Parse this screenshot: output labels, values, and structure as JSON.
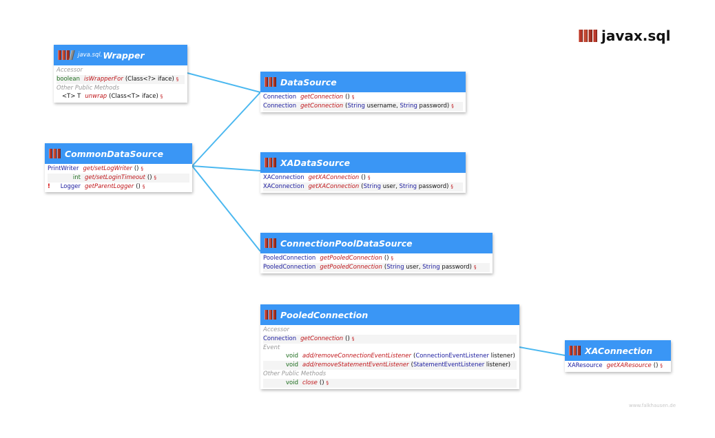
{
  "title": "javax.sql",
  "footer": "www.falkhausen.de",
  "wrapper": {
    "package": "java.sql.",
    "name": "Wrapper",
    "sec_accessor": "Accessor",
    "m1": {
      "type": "boolean",
      "name": "isWrapperFor",
      "params": "(Class<?> iface)"
    },
    "sec_other": "Other Public Methods",
    "m2": {
      "type": "<T> T",
      "name": "unwrap",
      "params": "(Class<T> iface)"
    }
  },
  "common": {
    "name": "CommonDataSource",
    "m1": {
      "type": "PrintWriter",
      "name": "get/setLogWriter",
      "params": "()"
    },
    "m2": {
      "type": "int",
      "name": "get/setLoginTimeout",
      "params": "()"
    },
    "m3": {
      "warn": "!",
      "type": "Logger",
      "name": "getParentLogger",
      "params": "()"
    }
  },
  "datasource": {
    "name": "DataSource",
    "m1": {
      "type": "Connection",
      "name": "getConnection",
      "params": "()"
    },
    "m2": {
      "type": "Connection",
      "name": "getConnection",
      "p_open": "(",
      "p_t1": "String",
      "p_n1": " username, ",
      "p_t2": "String",
      "p_n2": " password)"
    }
  },
  "xadatasource": {
    "name": "XADataSource",
    "m1": {
      "type": "XAConnection",
      "name": "getXAConnection",
      "params": "()"
    },
    "m2": {
      "type": "XAConnection",
      "name": "getXAConnection",
      "p_open": "(",
      "p_t1": "String",
      "p_n1": " user, ",
      "p_t2": "String",
      "p_n2": " password)"
    }
  },
  "cpds": {
    "name": "ConnectionPoolDataSource",
    "m1": {
      "type": "PooledConnection",
      "name": "getPooledConnection",
      "params": "()"
    },
    "m2": {
      "type": "PooledConnection",
      "name": "getPooledConnection",
      "p_open": "(",
      "p_t1": "String",
      "p_n1": " user, ",
      "p_t2": "String",
      "p_n2": " password)"
    }
  },
  "pooled": {
    "name": "PooledConnection",
    "sec_accessor": "Accessor",
    "m1": {
      "type": "Connection",
      "name": "getConnection",
      "params": "()"
    },
    "sec_event": "Event",
    "m2": {
      "type": "void",
      "name": "add/removeConnectionEventListener",
      "p_open": "(",
      "p_t1": "ConnectionEventListener",
      "p_n1": " listener)"
    },
    "m3": {
      "type": "void",
      "name": "add/removeStatementEventListener",
      "p_open": "(",
      "p_t1": "StatementEventListener",
      "p_n1": " listener)"
    },
    "sec_other": "Other Public Methods",
    "m4": {
      "type": "void",
      "name": "close",
      "params": "()"
    }
  },
  "xaconnection": {
    "name": "XAConnection",
    "m1": {
      "type": "XAResource",
      "name": "getXAResource",
      "params": "()"
    }
  },
  "mark": "§",
  "colors": {
    "header": "#3a96f5",
    "link": "#4bb8f0",
    "method": "#c0161a",
    "type": "#1a1a9e",
    "primitive": "#1b6b1b"
  }
}
